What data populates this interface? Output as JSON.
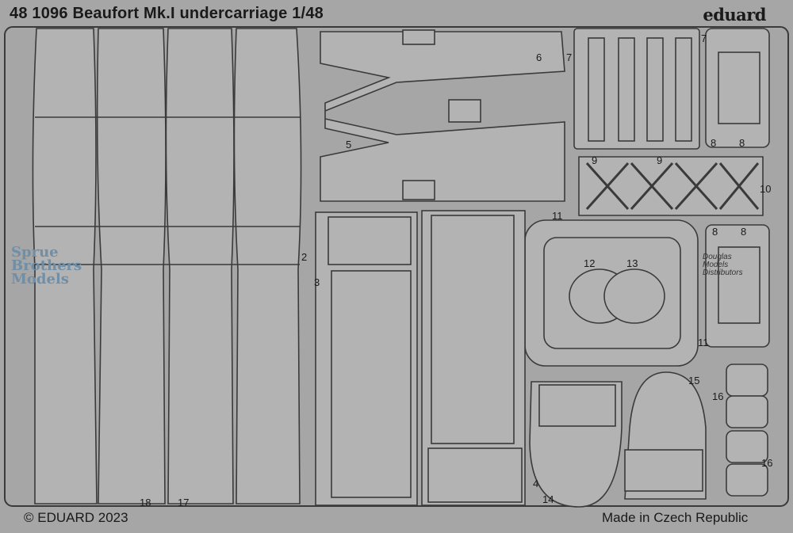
{
  "header": {
    "title": "48 1096  Beaufort Mk.I undercarriage 1/48",
    "brand": "eduard"
  },
  "footer": {
    "copyright": "© EDUARD 2023",
    "made_in": "Made in Czech Republic"
  },
  "watermarks": {
    "left_line1": "Sprue",
    "left_line2": "Brothers",
    "left_line3": "Models",
    "right_line1": "Douglas",
    "right_line2": "Models",
    "right_line3": "Distributors"
  },
  "part_numbers": [
    "2",
    "3",
    "4",
    "5",
    "6",
    "7",
    "7",
    "8",
    "8",
    "8",
    "8",
    "9",
    "9",
    "10",
    "11",
    "11",
    "12",
    "13",
    "14",
    "15",
    "16",
    "16",
    "17",
    "18"
  ],
  "colors": {
    "fret": "#a6a6a6",
    "outline": "#3a3a3a",
    "part": "#b3b3b3"
  }
}
